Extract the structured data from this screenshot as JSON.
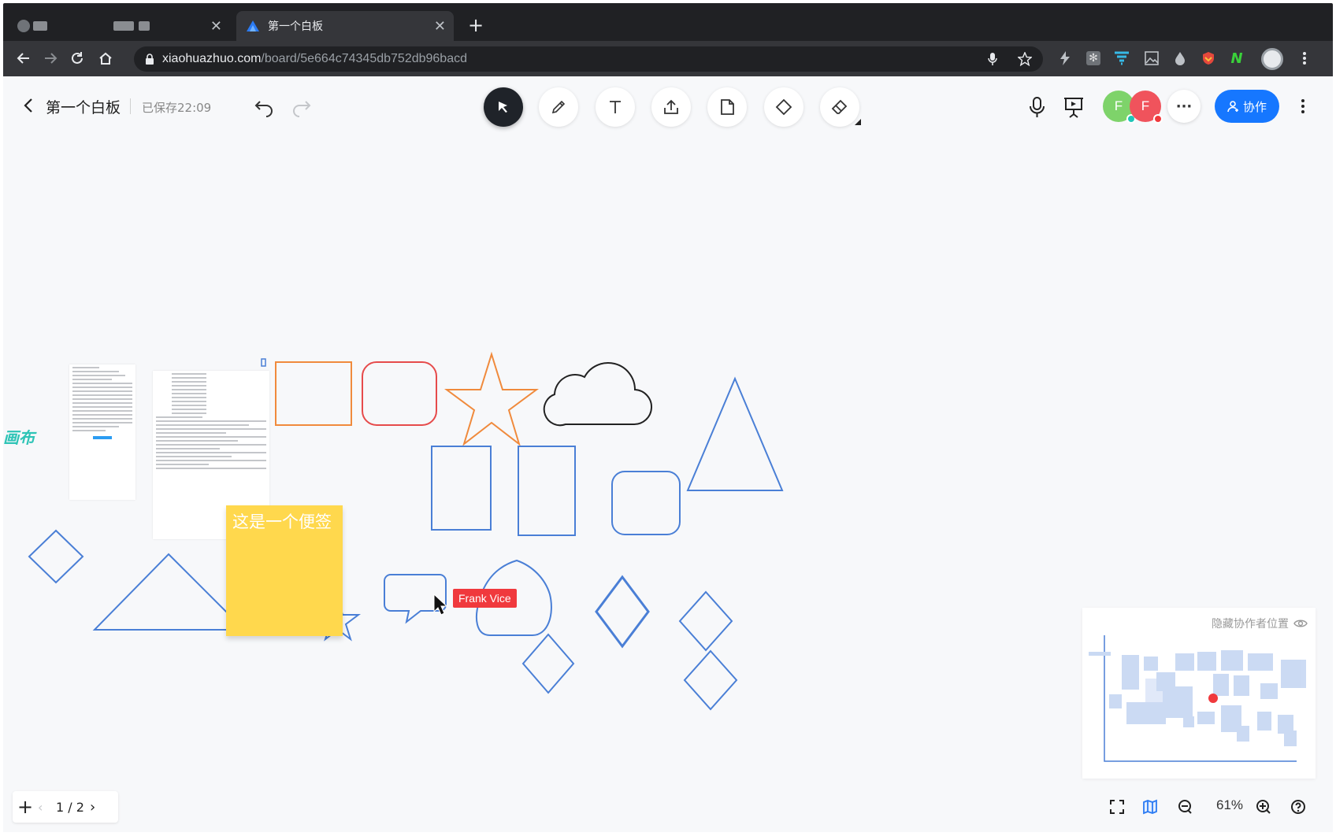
{
  "browser": {
    "tabs": [
      {
        "title": "",
        "active": false
      },
      {
        "title": "第一个白板",
        "active": true
      }
    ],
    "url_host": "xiaohuazhuo.com",
    "url_path": "/board/5e664c74345db752db96bacd"
  },
  "header": {
    "title": "第一个白板",
    "save_status": "已保存22:09",
    "tools": [
      {
        "name": "select",
        "icon": "cursor-icon",
        "active": true
      },
      {
        "name": "pen",
        "icon": "pen-icon",
        "active": false
      },
      {
        "name": "text",
        "icon": "text-icon",
        "active": false
      },
      {
        "name": "upload",
        "icon": "upload-icon",
        "active": false
      },
      {
        "name": "sticky-note",
        "icon": "note-icon",
        "active": false
      },
      {
        "name": "shape",
        "icon": "diamond-icon",
        "active": false
      },
      {
        "name": "eraser",
        "icon": "eraser-icon",
        "active": false
      }
    ],
    "collaborators": [
      {
        "initial": "F",
        "color": "#7ed36a",
        "status_color": "#1fc6b8"
      },
      {
        "initial": "F",
        "color": "#f0535c",
        "status_color": "#f0393d"
      }
    ],
    "more_label": "···",
    "collab_button": "协作"
  },
  "canvas": {
    "label": "画布",
    "sticky_note_text": "这是一个便签",
    "remote_cursor_name": "Frank Vice",
    "remote_cursor_color": "#f0393d",
    "shape_colors": {
      "blue": "#4a7fd6",
      "orange": "#f08a3c",
      "red": "#e64b4b",
      "black": "#222222"
    }
  },
  "minimap": {
    "toggle_label": "隐藏协作者位置"
  },
  "footer": {
    "add_page": "+",
    "page_indicator": "1 / 2",
    "zoom_level": "61%"
  }
}
